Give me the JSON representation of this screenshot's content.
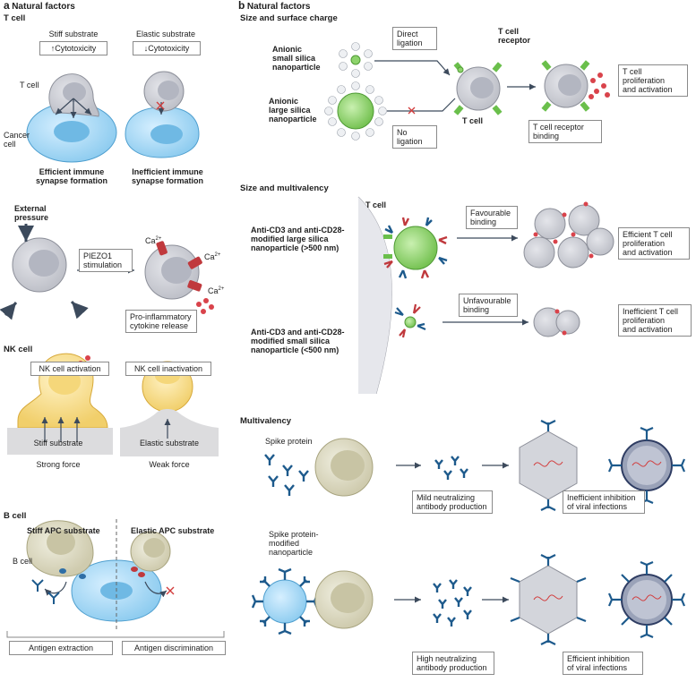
{
  "panel_a": {
    "letter": "a",
    "title": "Natural factors",
    "tcell": {
      "heading": "T cell",
      "stiff_title": "Stiff substrate",
      "stiff_box": "↑Cytotoxicity",
      "elastic_title": "Elastic substrate",
      "elastic_box": "↓Cytotoxicity",
      "tcell_label": "T cell",
      "cancer_label_1": "Cancer",
      "cancer_label_2": "cell",
      "efficient_1": "Efficient immune",
      "efficient_2": "synapse formation",
      "inefficient_1": "Inefficient immune",
      "inefficient_2": "synapse formation",
      "pressure_1": "External",
      "pressure_2": "pressure",
      "piezo_1": "PIEZO1",
      "piezo_2": "stimulation",
      "ca": "Ca",
      "ca_sup": "2+",
      "cytokine_1": "Pro-inflammatory",
      "cytokine_2": "cytokine release"
    },
    "nkcell": {
      "heading": "NK cell",
      "activation": "NK cell activation",
      "inactivation": "NK cell inactivation",
      "stiff": "Stiff substrate",
      "elastic": "Elastic substrate",
      "strong": "Strong force",
      "weak": "Weak force"
    },
    "bcell": {
      "heading": "B cell",
      "stiff_apc": "Stiff APC substrate",
      "elastic_apc": "Elastic APC substrate",
      "bcell_label": "B cell",
      "extraction": "Antigen extraction",
      "discrimination": "Antigen discrimination"
    }
  },
  "panel_b": {
    "letter": "b",
    "title": "Natural factors",
    "size_charge": {
      "heading": "Size and surface charge",
      "small_1": "Anionic",
      "small_2": "small silica",
      "small_3": "nanoparticle",
      "large_1": "Anionic",
      "large_2": "large silica",
      "large_3": "nanoparticle",
      "direct_1": "Direct",
      "direct_2": "ligation",
      "no_1": "No",
      "no_2": "ligation",
      "tcr_1": "T cell",
      "tcr_2": "receptor",
      "tcell": "T cell",
      "prolif_1": "T cell",
      "prolif_2": "proliferation",
      "prolif_3": "and activation",
      "binding_1": "T cell receptor",
      "binding_2": "binding"
    },
    "size_multi": {
      "heading": "Size and multivalency",
      "tcell": "T cell",
      "large_1": "Anti-CD3 and anti-CD28-",
      "large_2": "modified large silica",
      "large_3": "nanoparticle (>500 nm)",
      "small_1": "Anti-CD3 and anti-CD28-",
      "small_2": "modified small silica",
      "small_3": "nanoparticle (<500 nm)",
      "fav_1": "Favourable",
      "fav_2": "binding",
      "unfav_1": "Unfavourable",
      "unfav_2": "binding",
      "eff_1": "Efficient T cell",
      "eff_2": "proliferation",
      "eff_3": "and activation",
      "ineff_1": "Inefficient T cell",
      "ineff_2": "proliferation",
      "ineff_3": "and activation"
    },
    "multivalency": {
      "heading": "Multivalency",
      "spike": "Spike protein",
      "mild_1": "Mild neutralizing",
      "mild_2": "antibody production",
      "ineff_1": "Inefficient inhibition",
      "ineff_2": "of viral infections",
      "spike_np_1": "Spike protein-",
      "spike_np_2": "modified",
      "spike_np_3": "nanoparticle",
      "high_1": "High neutralizing",
      "high_2": "antibody production",
      "eff_1": "Efficient inhibition",
      "eff_2": "of viral infections"
    }
  },
  "colors": {
    "cell_grey": "#c9cbd2",
    "nucleus_grey": "#a9acb8",
    "cancer_blue": "#9fd3ef",
    "np_green": "#8dd36b",
    "nk_yellow": "#f6dc8c",
    "bcell_khaki": "#d9d6bd",
    "antibody_blue": "#1d5a8c",
    "receptor_green": "#6abf4b",
    "receptor_red": "#c0393d",
    "dot_red": "#d9434b",
    "substrate": "#dcdcde",
    "arrow": "#3c4a5c"
  }
}
